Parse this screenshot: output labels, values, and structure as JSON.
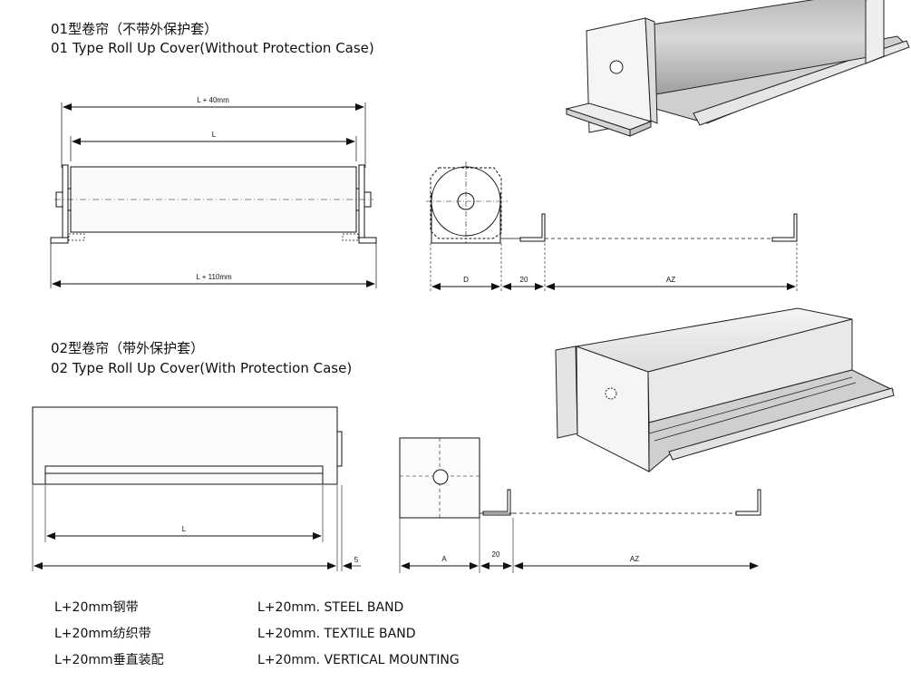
{
  "section1": {
    "title_cn": "01型卷帘（不带外保护套）",
    "title_en": "01 Type Roll Up Cover(Without Protection Case)",
    "dims": {
      "overall_top": "L + 40mm",
      "length": "L",
      "overall_bottom": "L + 110mm",
      "diameter": "D",
      "gap": "20",
      "travel": "AZ"
    }
  },
  "section2": {
    "title_cn": "02型卷帘（带外保护套）",
    "title_en": "02 Type Roll Up Cover(With Protection Case)",
    "dims": {
      "length": "L",
      "end_offset": "5",
      "case_width": "A",
      "gap": "20",
      "travel": "AZ"
    }
  },
  "legend": [
    {
      "cn": "L+20mm钢带",
      "en": "L+20mm. STEEL BAND"
    },
    {
      "cn": "L+20mm纺织带",
      "en": "L+20mm. TEXTILE BAND"
    },
    {
      "cn": "L+20mm垂直装配",
      "en": "L+20mm. VERTICAL MOUNTING"
    }
  ]
}
